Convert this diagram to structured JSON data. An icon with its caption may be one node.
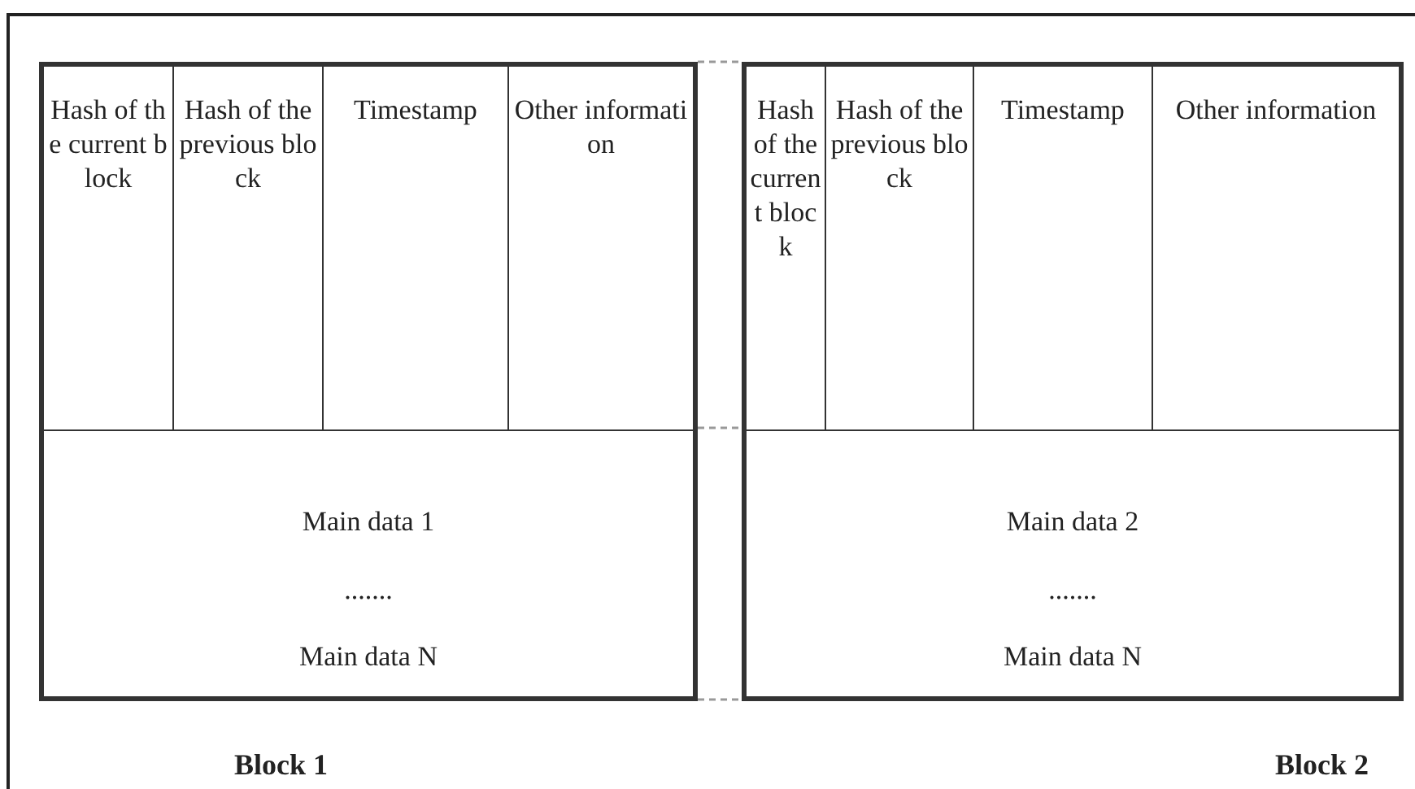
{
  "diagram": {
    "nodes": [
      {
        "text": [
          "Block 1"
        ]
      },
      {
        "text": [
          "Hash of the current block"
        ],
        "in": 0
      },
      {
        "text": [
          "Hash of the previous block"
        ],
        "in": 0
      },
      {
        "text": [
          "Timestamp"
        ],
        "in": 0
      },
      {
        "text": [
          "Other information"
        ],
        "in": 0
      },
      {
        "text": [
          "Main data 1",
          ".......",
          "Main data N"
        ],
        "in": 0
      },
      {
        "text": [
          "Block 2"
        ]
      },
      {
        "text": [
          "Hash of the current block"
        ],
        "in": 6
      },
      {
        "text": [
          "Hash of the previous block"
        ],
        "in": 6
      },
      {
        "text": [
          "Timestamp"
        ],
        "in": 6
      },
      {
        "text": [
          "Other information"
        ],
        "in": 6
      },
      {
        "text": [
          "Main data 2",
          ".......",
          "Main data N"
        ],
        "in": 6
      }
    ],
    "edges": [
      {
        "from": 0,
        "to": 6,
        "arrow": "none",
        "style": "dashed"
      },
      {
        "from": 0,
        "to": 6,
        "arrow": "none",
        "style": "dashed"
      },
      {
        "from": 0,
        "to": 6,
        "arrow": "none",
        "style": "dashed"
      }
    ]
  }
}
